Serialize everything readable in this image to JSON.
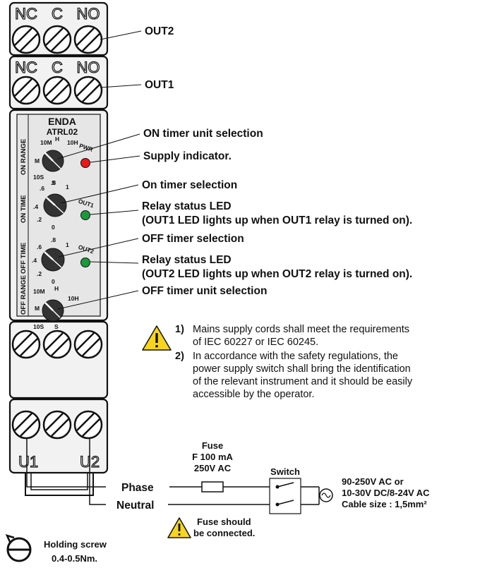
{
  "terminals": {
    "top1": [
      "NC",
      "C",
      "NO"
    ],
    "top2": [
      "NC",
      "C",
      "NO"
    ],
    "bottom": [
      "U1",
      "U2"
    ]
  },
  "device": {
    "brand": "ENDA",
    "model": "ATRL02",
    "on_range": {
      "side_label": "ON RANGE",
      "scale": {
        "10M": "10M",
        "H": "H",
        "10H": "10H",
        "M": "M",
        "10S": "10S",
        "S": "S"
      }
    },
    "on_time": {
      "side_label": "ON TIME",
      "scale": [
        ".6",
        ".8",
        "1",
        ".4",
        ".2",
        "0"
      ]
    },
    "off_time": {
      "side_label": "OFF TIME",
      "scale": [
        ".6",
        ".8",
        "1",
        ".4",
        ".2",
        "0"
      ]
    },
    "off_range": {
      "side_label": "OFF RANGE",
      "scale": {
        "10M": "10M",
        "H": "H",
        "10H": "10H",
        "M": "M",
        "10S": "10S",
        "S": "S"
      }
    },
    "leds": {
      "pwr": "PWR",
      "out1": "OUT1",
      "out2": "OUT2"
    },
    "colors": {
      "pwr": "#e8171c",
      "out": "#1a9a3c",
      "panel": "#e6e6e6",
      "body": "#f2f2f2"
    }
  },
  "callouts": {
    "out2": "OUT2",
    "out1": "OUT1",
    "on_unit": "ON timer unit selection",
    "supply": "Supply indicator.",
    "on_timer": "On timer selection",
    "relay1_title": "Relay status LED",
    "relay1_desc": "(OUT1 LED lights up when OUT1 relay is turned on).",
    "off_timer": "OFF timer selection",
    "relay2_title": "Relay status LED",
    "relay2_desc": "(OUT2 LED lights up when OUT2 relay is turned on).",
    "off_unit": "OFF timer unit selection"
  },
  "safety_notes": {
    "n1_num": "1)",
    "n1_lines": [
      "Mains supply cords shall meet the requirements",
      "of IEC 60227 or IEC 60245."
    ],
    "n2_num": "2)",
    "n2_lines": [
      "In accordance with the safety regulations, the",
      "power supply switch shall bring the identification",
      "of the relevant instrument and it should be easily",
      "accessible by the operator."
    ]
  },
  "wiring": {
    "fuse_lines": [
      "Fuse",
      "F 100 mA",
      "250V AC"
    ],
    "switch": "Switch",
    "phase": "Phase",
    "neutral": "Neutral",
    "supply_lines": [
      "90-250V AC or",
      "10-30V DC/8-24V AC",
      "Cable size : 1,5mm²"
    ],
    "fuse_warning": [
      "Fuse should",
      "be connected."
    ]
  },
  "screw": {
    "lines": [
      "Holding screw",
      "0.4-0.5Nm."
    ]
  }
}
